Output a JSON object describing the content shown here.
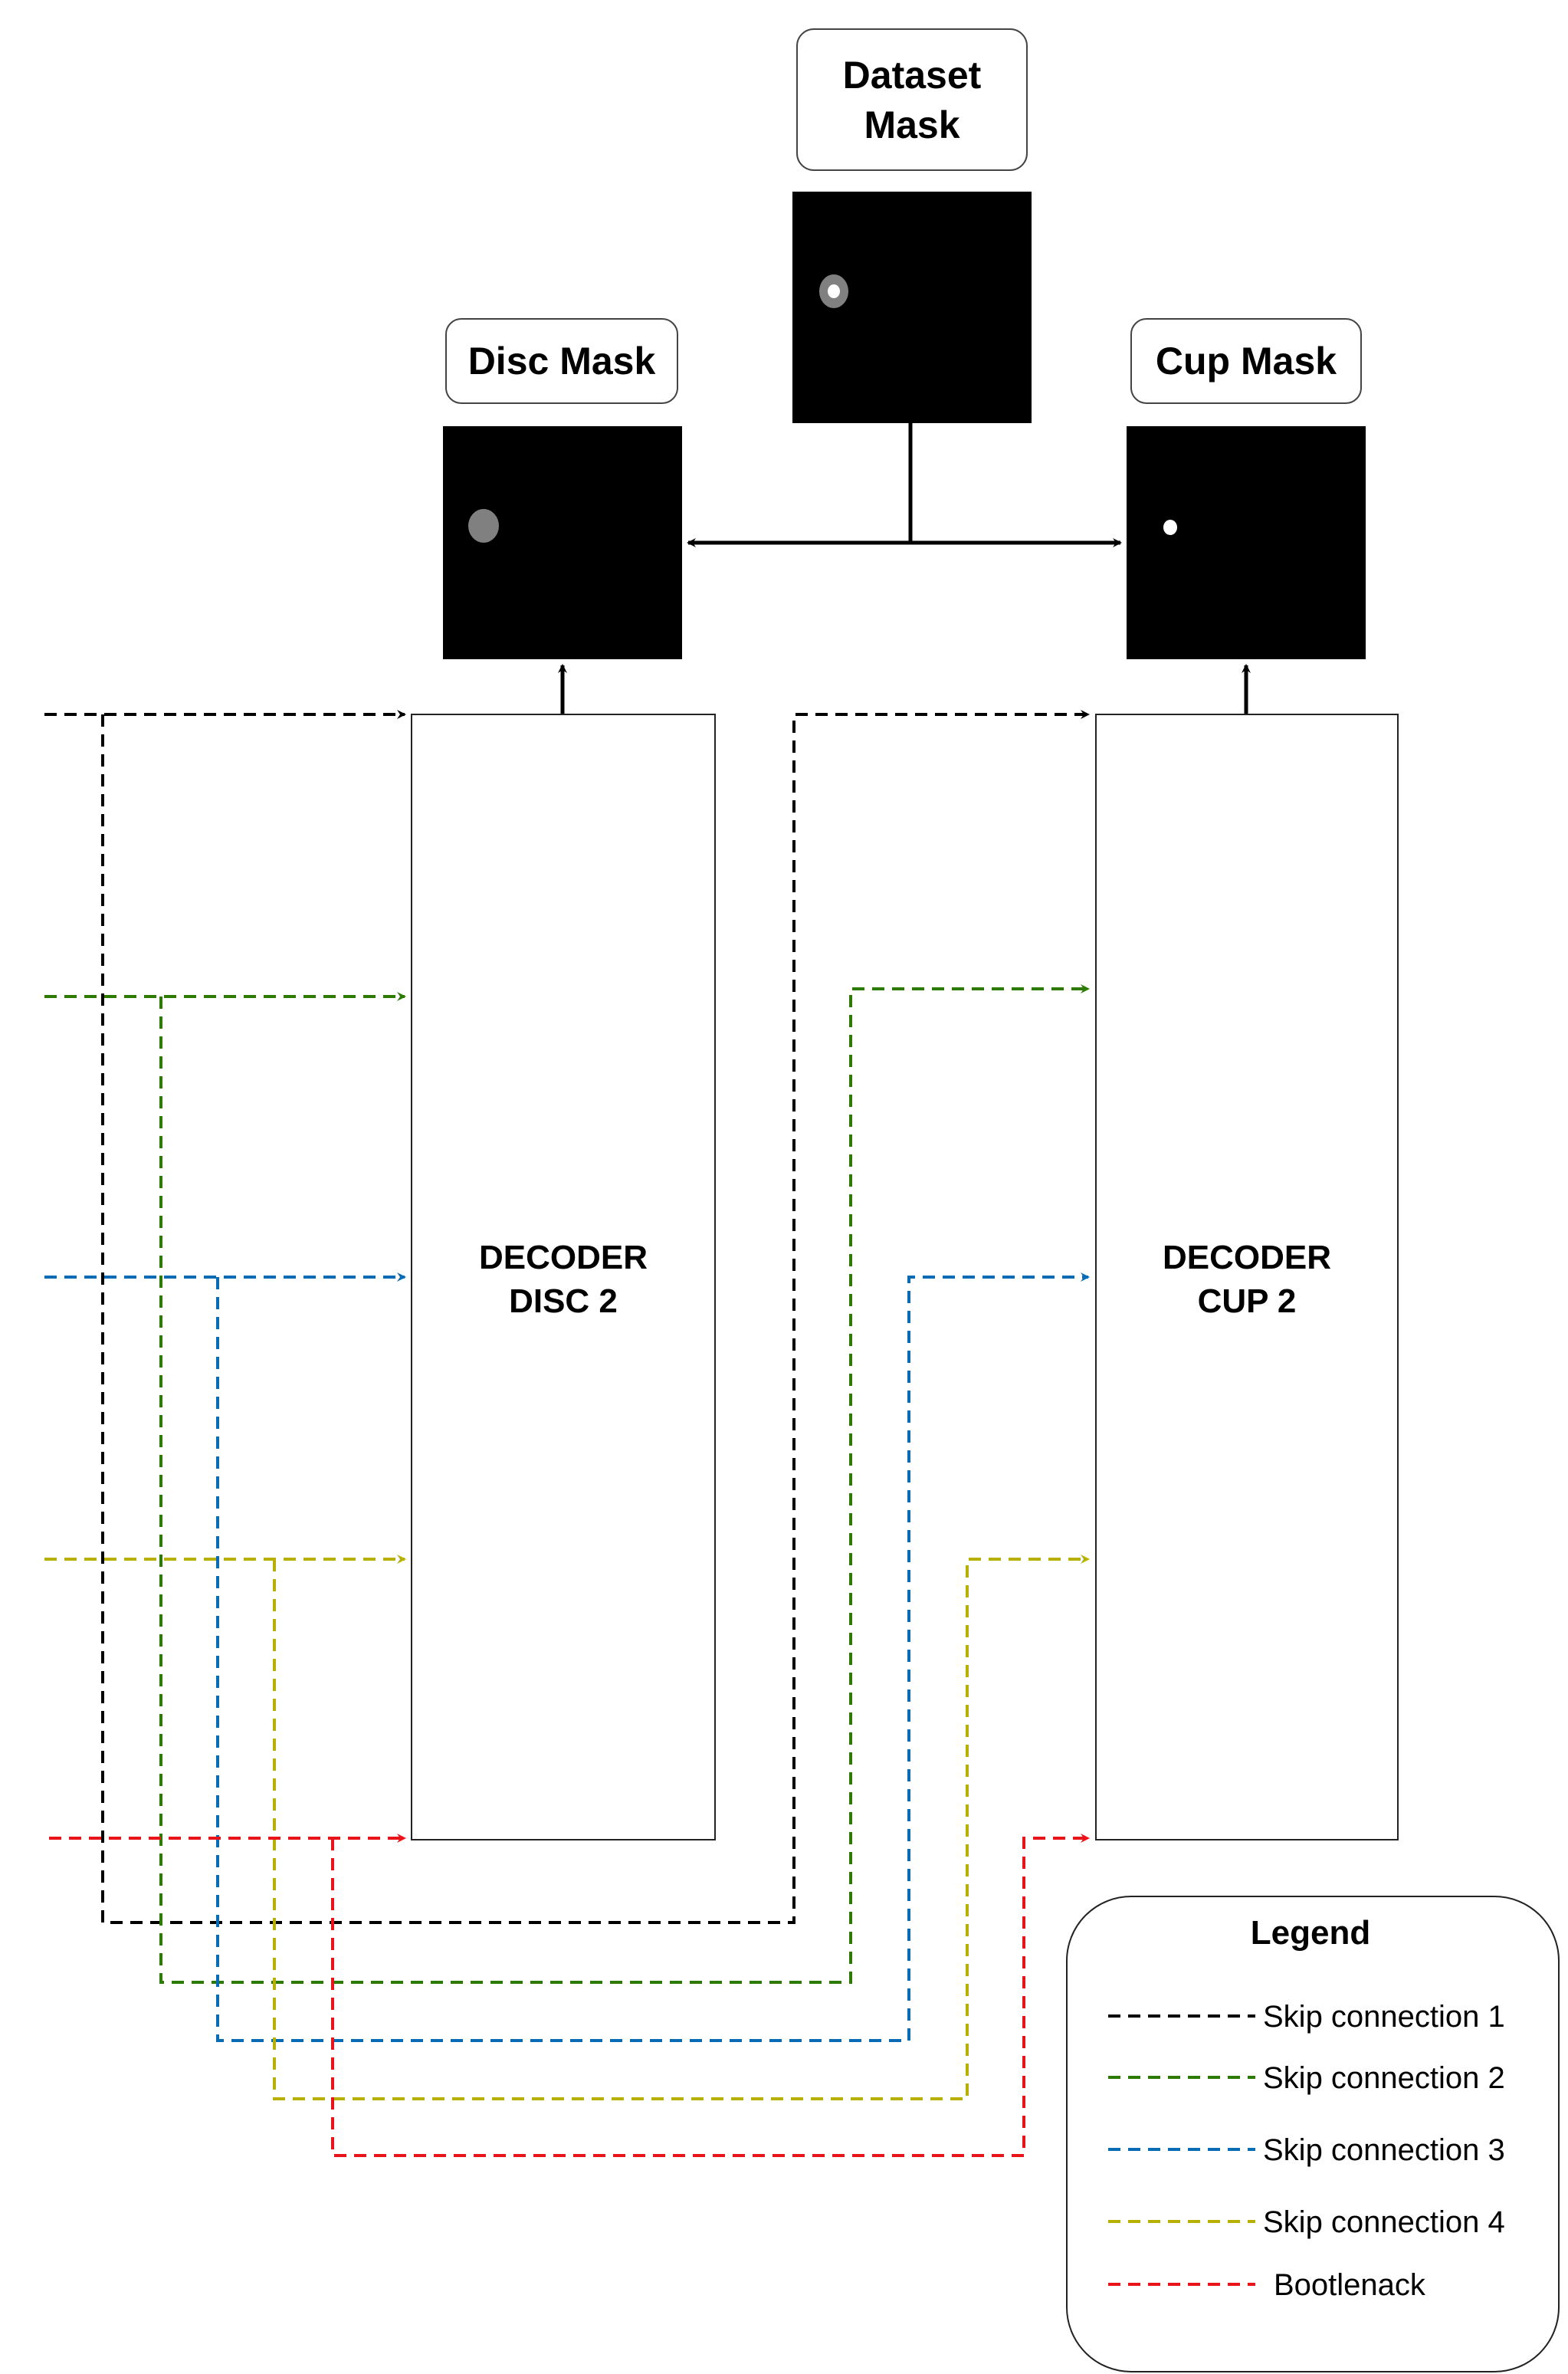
{
  "labels": {
    "dataset_mask": [
      "Dataset",
      "Mask"
    ],
    "disc_mask": "Disc Mask",
    "cup_mask": "Cup Mask",
    "decoder_disc": [
      "DECODER",
      "DISC 2"
    ],
    "decoder_cup": [
      "DECODER",
      "CUP 2"
    ]
  },
  "legend": {
    "title": "Legend",
    "items": [
      {
        "label": "Skip connection 1",
        "color": "#000000"
      },
      {
        "label": "Skip connection 2",
        "color": "#2d7a00"
      },
      {
        "label": "Skip connection 3",
        "color": "#0a6bb5"
      },
      {
        "label": "Skip connection 4",
        "color": "#b8b000"
      },
      {
        "label": "Bootlenack",
        "color": "#e8141a"
      }
    ]
  },
  "colors": {
    "skip1": "#000000",
    "skip2": "#2d7a00",
    "skip3": "#0a6bb5",
    "skip4": "#b8b000",
    "bottleneck": "#e8141a",
    "mask_bg": "#000000",
    "disc_blob": "#808080",
    "cup_blob": "#ffffff"
  }
}
